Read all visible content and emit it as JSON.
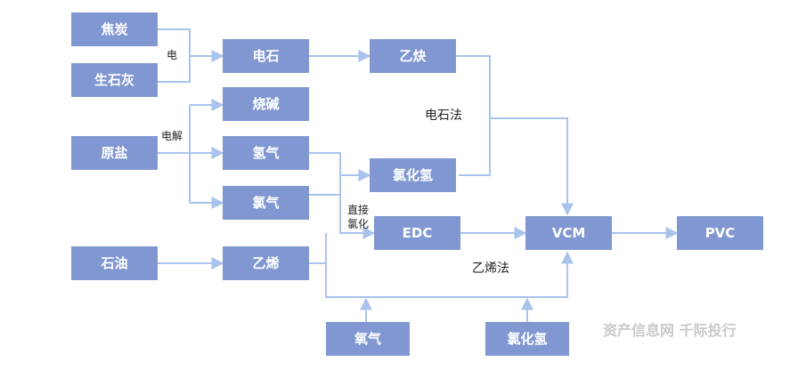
{
  "nodes": {
    "coke": "焦炭",
    "quicklime": "生石灰",
    "carbide": "电石",
    "acetylene": "乙炔",
    "caustic_soda": "烧碱",
    "salt": "原盐",
    "hydrogen": "氢气",
    "hcl_upper": "氯化氢",
    "chlorine": "氯气",
    "edc": "EDC",
    "vcm": "VCM",
    "pvc": "PVC",
    "oil": "石油",
    "ethylene": "乙烯",
    "oxygen": "氧气",
    "hcl_lower": "氯化氢"
  },
  "labels": {
    "electric": "电",
    "electrolysis": "电解",
    "direct_chlorination_1": "直接",
    "direct_chlorination_2": "氯化",
    "carbide_method": "电石法",
    "ethylene_method": "乙烯法"
  },
  "watermark": "资产信息网 千际投行",
  "colors": {
    "node": "#8097d1",
    "edge": "#a9c3ec"
  }
}
